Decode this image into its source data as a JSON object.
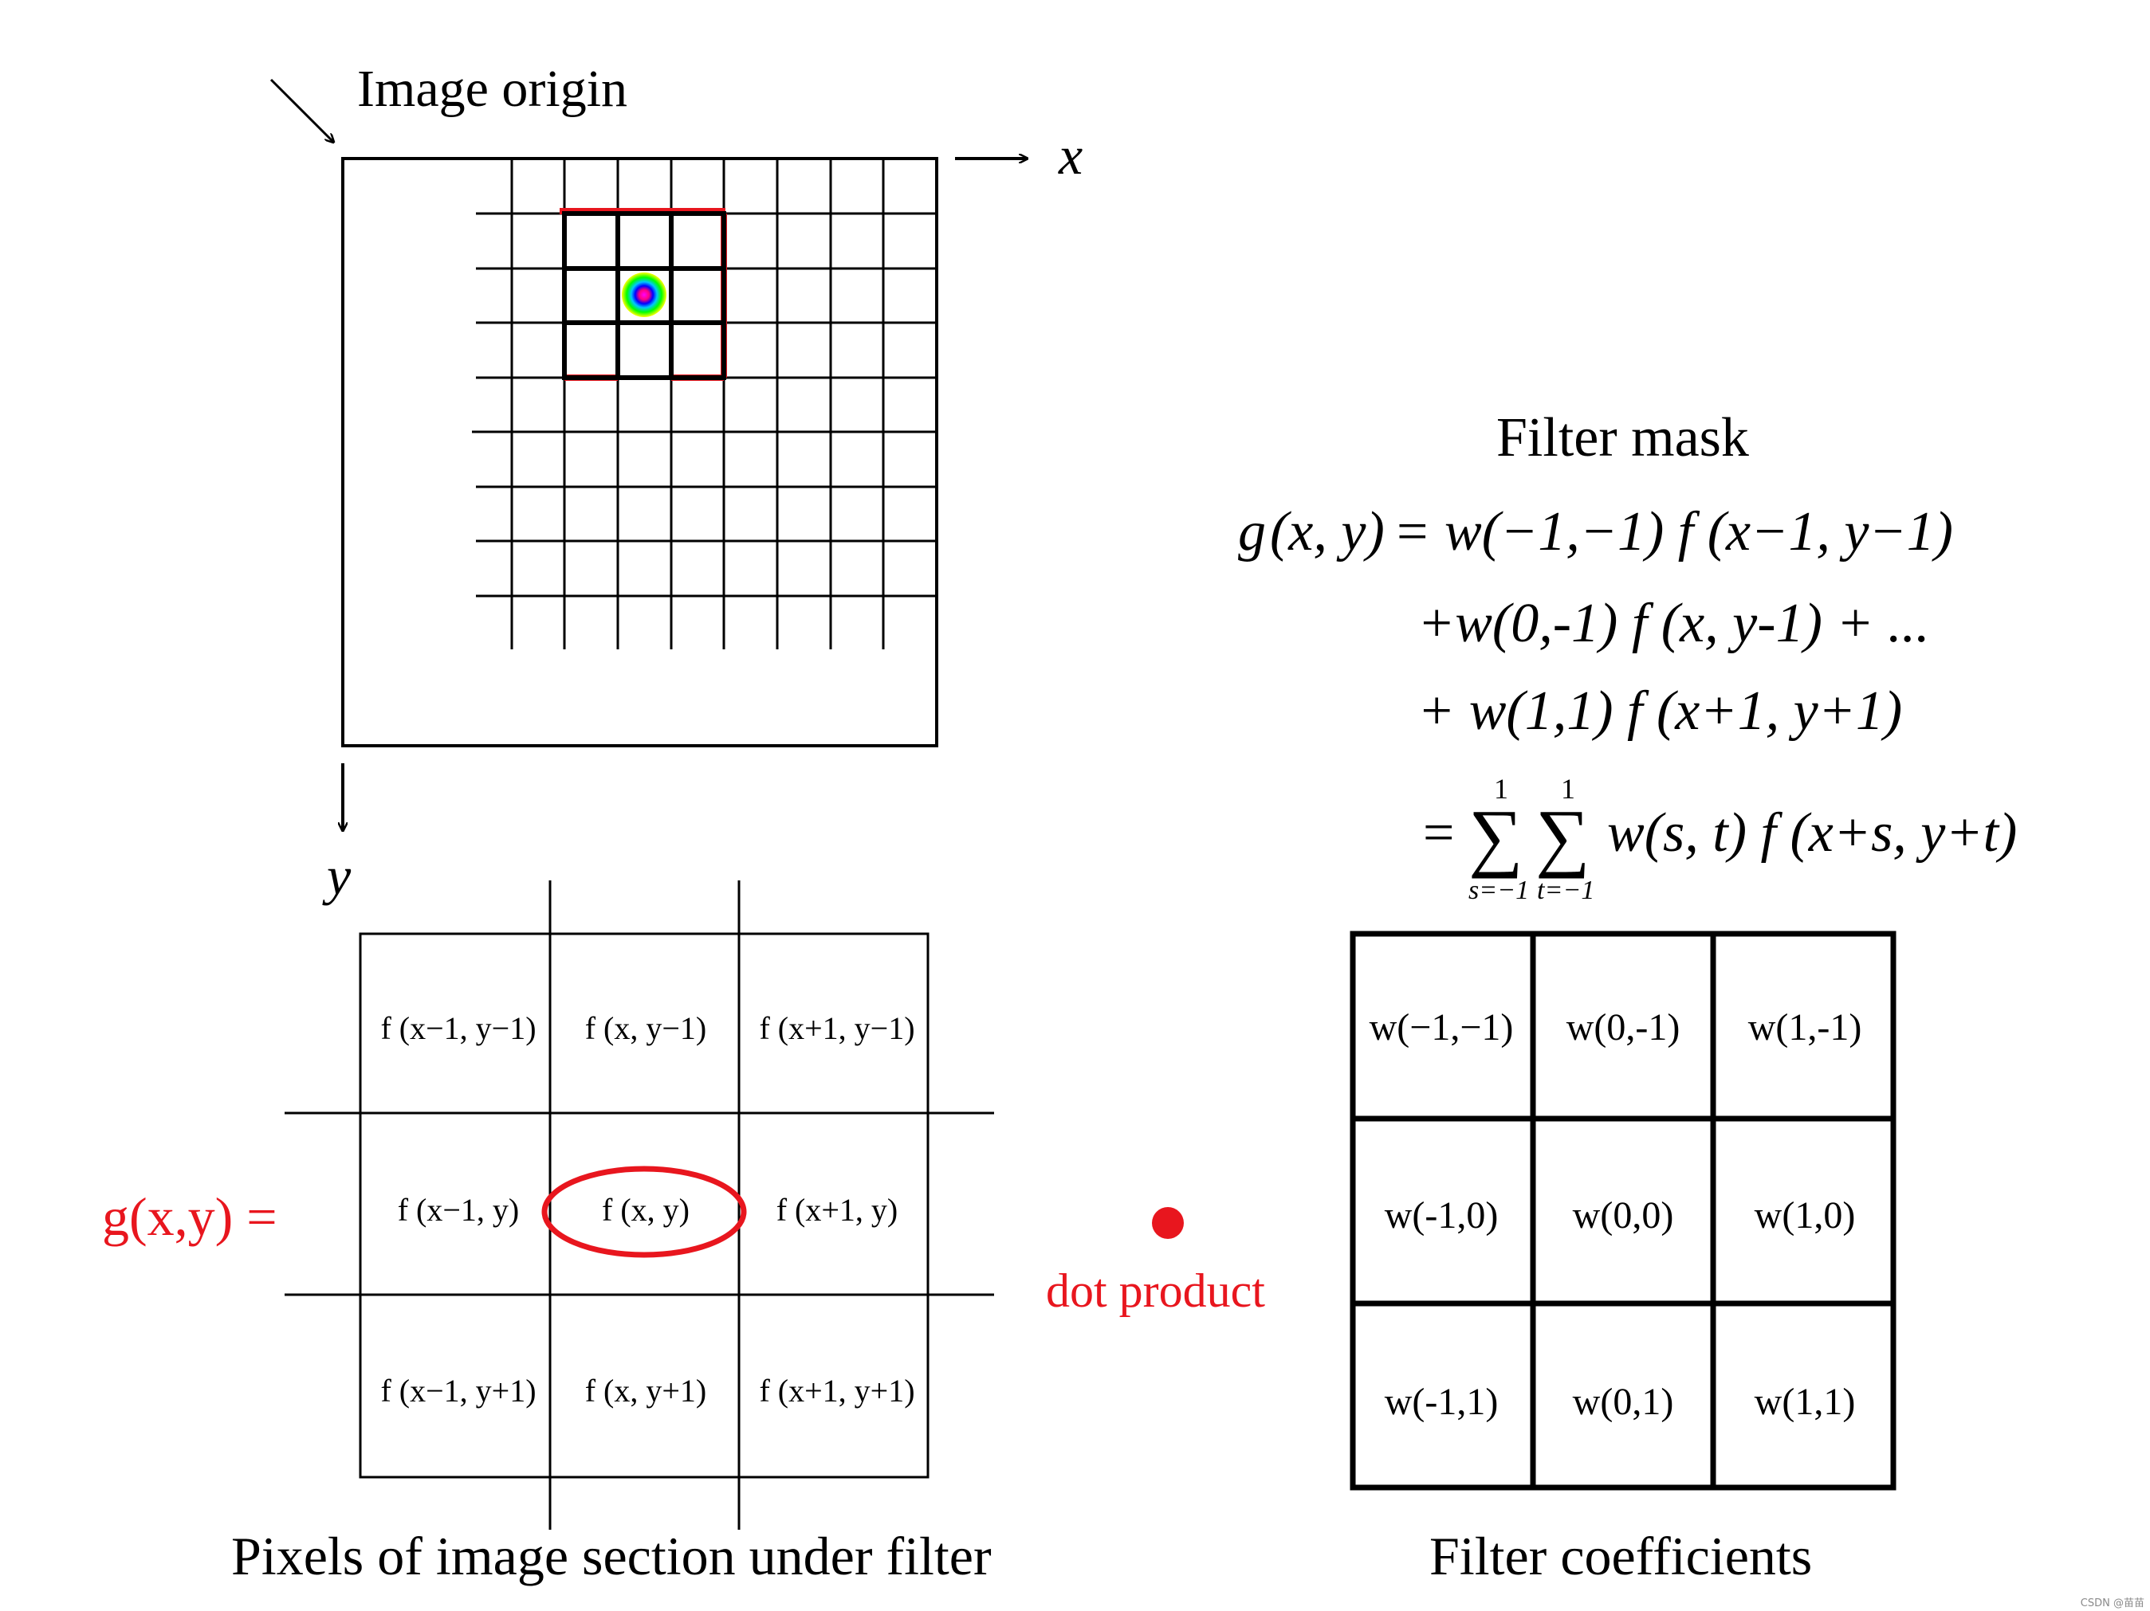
{
  "labels": {
    "image_origin": "Image origin",
    "x_axis": "x",
    "y_axis": "y",
    "filter_mask": "Filter mask",
    "g_xy": "g(x,y) =",
    "dot_product": "dot product",
    "pixels_caption": "Pixels of image section under filter",
    "coeff_caption": "Filter coefficients",
    "watermark": "CSDN @苗苗"
  },
  "equation": {
    "line1_lhs": "g",
    "line1_args": "(x, y)",
    "line1_eq": "=",
    "line1_rhs": "w(−1,−1) f (x−1, y−1)",
    "line2": "+w(0,-1) f (x, y-1) + ...",
    "line3": "+ w(1,1) f (x+1, y+1)",
    "line4_eq": "=",
    "sum_upper": "1",
    "sum_lower_s": "s=−1",
    "sum_lower_t": "t=−1",
    "line4_rhs": "w(s, t) f (x+s, y+t)"
  },
  "pixel_cells": [
    [
      "f (x−1, y−1)",
      "f (x, y−1)",
      "f (x+1, y−1)"
    ],
    [
      "f (x−1, y)",
      "f (x, y)",
      "f (x+1, y)"
    ],
    [
      "f (x−1, y+1)",
      "f (x, y+1)",
      "f (x+1, y+1)"
    ]
  ],
  "coeff_cells": [
    [
      "w(−1,−1)",
      "w(0,-1)",
      "w(1,-1)"
    ],
    [
      "w(-1,0)",
      "w(0,0)",
      "w(1,0)"
    ],
    [
      "w(-1,1)",
      "w(0,1)",
      "w(1,1)"
    ]
  ],
  "colors": {
    "ink": "#000000",
    "accent_red": "#e8161e",
    "center_dot": [
      "#ff00ff",
      "#0000ff",
      "#00c8ff",
      "#00ff00",
      "#ffff00"
    ]
  }
}
